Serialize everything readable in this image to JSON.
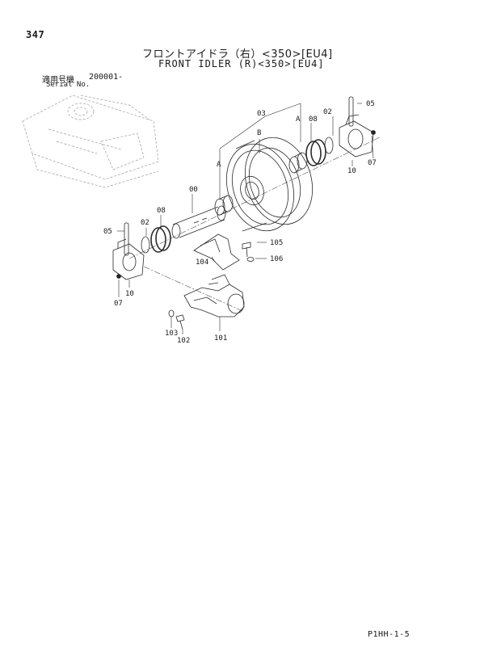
{
  "page": {
    "number": "347",
    "title_jp": "フロントアイドラ（右）<350>[EU4]",
    "title_en": "FRONT IDLER (R)<350>[EU4]",
    "serial_label_jp": "適用号機",
    "serial_value": "200001-",
    "serial_label_en": "Serial No.",
    "footer_code": "P1HH-1-5"
  },
  "callouts": {
    "c00": "00",
    "c02a": "02",
    "c02b": "02",
    "c03": "03",
    "c05a": "05",
    "c05b": "05",
    "c07a": "07",
    "c07b": "07",
    "c08a": "08",
    "c08b": "08",
    "c10a": "10",
    "c10b": "10",
    "c101": "101",
    "c102": "102",
    "c103": "103",
    "c104": "104",
    "c105": "105",
    "c106": "106",
    "cA1": "A",
    "cA2": "A",
    "cB": "B"
  }
}
